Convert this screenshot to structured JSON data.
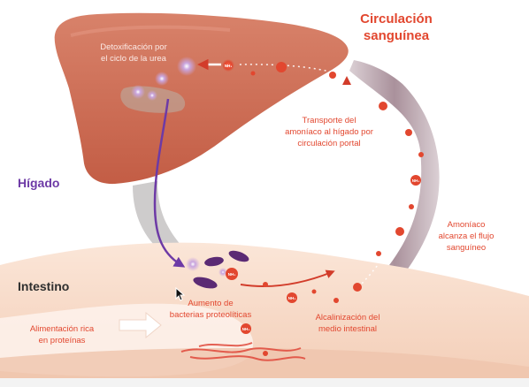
{
  "labels": {
    "circulacion_line1": "Circulación",
    "circulacion_line2": "sanguínea",
    "detox_line1": "Detoxificación por",
    "detox_line2": "el ciclo de la urea",
    "higado": "Hígado",
    "transporte_line1": "Transporte del",
    "transporte_line2": "amoníaco al hígado por",
    "transporte_line3": "circulación portal",
    "amoniaco_line1": "Amoníaco",
    "amoniaco_line2": "alcanza el flujo",
    "amoniaco_line3": "sanguíneo",
    "intestino": "Intestino",
    "aumento_line1": "Aumento de",
    "aumento_line2": "bacterias proteolíticas",
    "alcalinizacion_line1": "Alcalinización del",
    "alcalinizacion_line2": "medio intestinal",
    "alimentacion_line1": "Alimentación rica",
    "alimentacion_line2": "en proteínas",
    "nh3": "NH₃"
  },
  "colors": {
    "liver": "#cf6b52",
    "red_accent": "#e2472f",
    "purple_accent": "#6d3aa6",
    "vessel": "#b8a3ab",
    "intestine": "#f7dccb"
  }
}
